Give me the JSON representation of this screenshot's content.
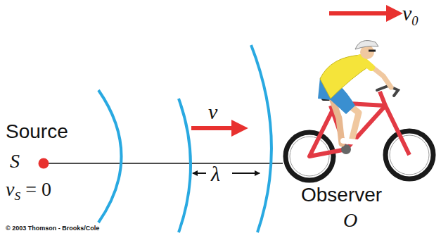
{
  "diagram": {
    "labels": [
      "v0",
      "Source",
      "S",
      "vS = 0",
      "v",
      "λ",
      "Observer",
      "O",
      "© 2003 Thomson - Brooks/Cole"
    ]
  }
}
